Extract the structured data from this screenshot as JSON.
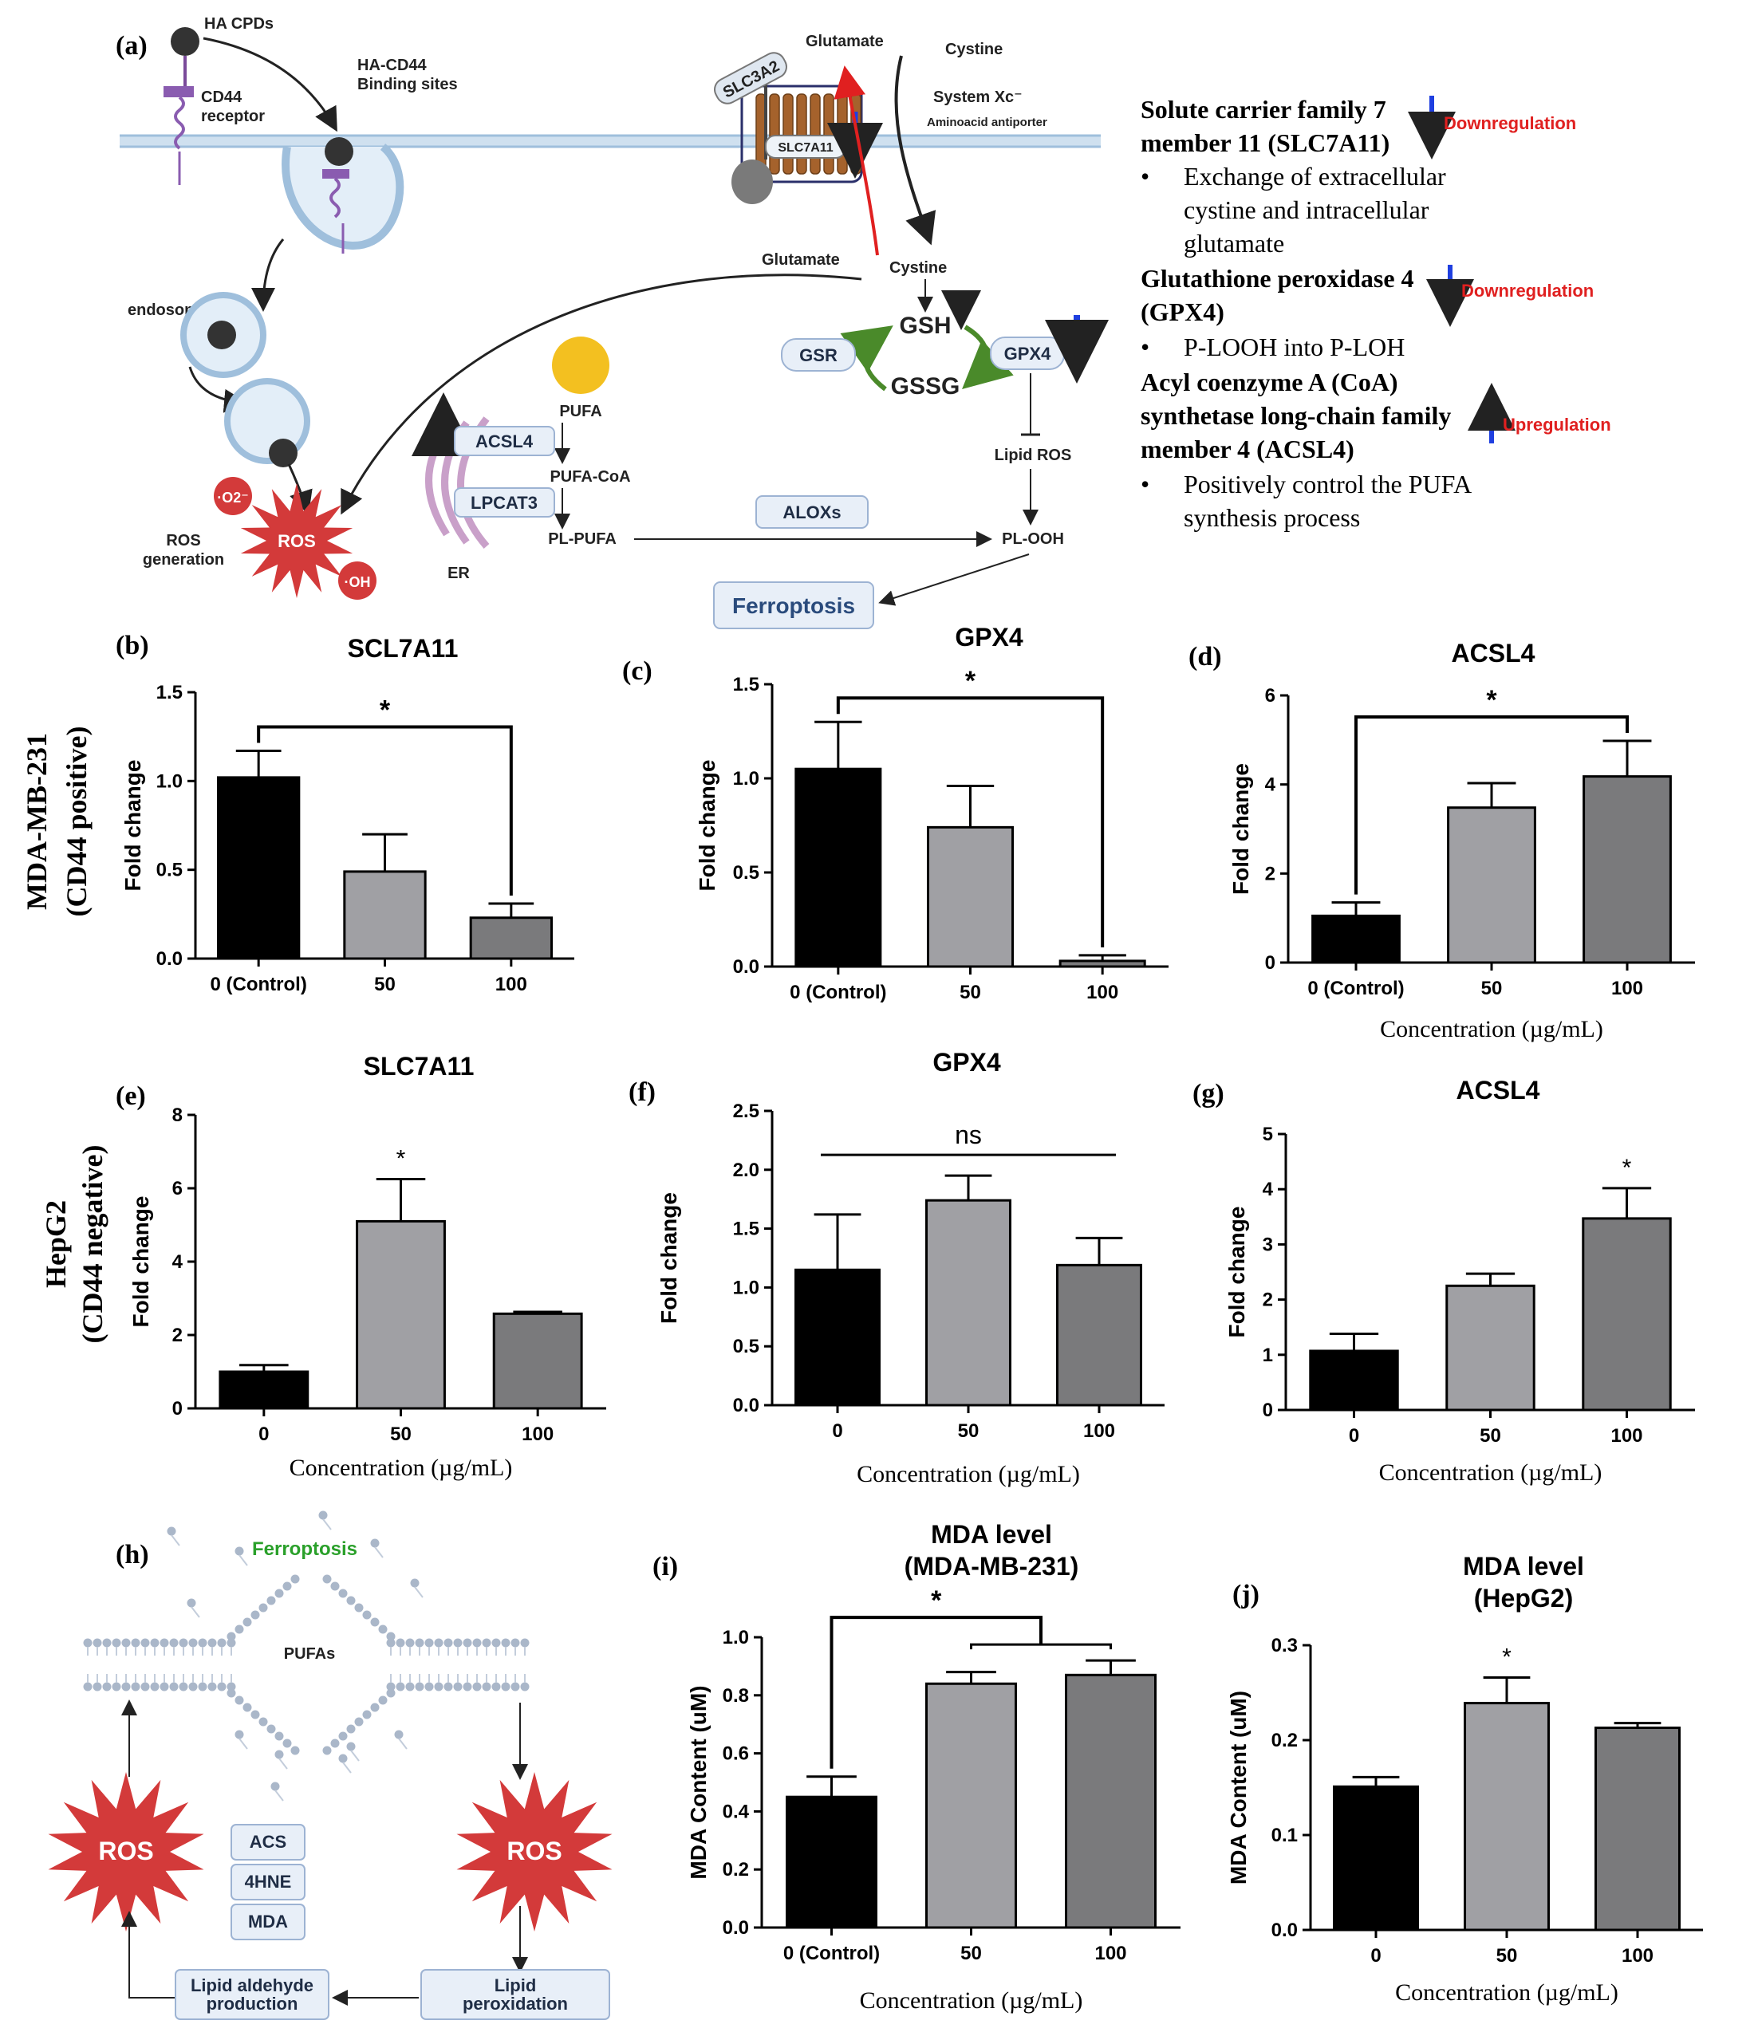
{
  "panels": {
    "a": "(a)",
    "b": "(b)",
    "c": "(c)",
    "d": "(d)",
    "e": "(e)",
    "f": "(f)",
    "g": "(g)",
    "h": "(h)",
    "i": "(i)",
    "j": "(j)"
  },
  "row_labels": {
    "mda_line1": "MDA-MB-231",
    "mda_line2": "(CD44 positive)",
    "hep_line1": "HepG2",
    "hep_line2": "(CD44 negative)"
  },
  "diagram_a": {
    "ha_cpds": "HA CPDs",
    "cd44_receptor_1": "CD44",
    "cd44_receptor_2": "receptor",
    "binding_1": "HA-CD44",
    "binding_2": "Binding sites",
    "endosome": "endosome",
    "ros_gen_1": "ROS",
    "ros_gen_2": "generation",
    "ros": "ROS",
    "o2": "·O2⁻",
    "oh": "·OH",
    "er": "ER",
    "slc3a2": "SLC3A2",
    "slc7a11": "SLC7A11",
    "glutamate_top": "Glutamate",
    "cystine_top": "Cystine",
    "system_xc": "System Xc⁻",
    "antiporter": "Aminoacid antiporter",
    "glutamate_bottom": "Glutamate",
    "cystine_bottom": "Cystine",
    "gsh": "GSH",
    "gssg": "GSSG",
    "gsr": "GSR",
    "gpx4": "GPX4",
    "lipid_ros": "Lipid ROS",
    "pufa": "PUFA",
    "acsl4": "ACSL4",
    "pufa_coa": "PUFA-CoA",
    "lpcat3": "LPCAT3",
    "pl_pufa": "PL-PUFA",
    "aloxs": "ALOXs",
    "pl_ooh": "PL-OOH",
    "ferroptosis": "Ferroptosis"
  },
  "notes": {
    "slc7a11_h1": "Solute carrier family 7",
    "slc7a11_h2": "member 11 (SLC7A11)",
    "slc7a11_b1": "Exchange of extracellular",
    "slc7a11_b2": "cystine and intracellular",
    "slc7a11_b3": "glutamate",
    "gpx4_h1": "Glutathione peroxidase 4",
    "gpx4_h2": "(GPX4)",
    "gpx4_b1": "P-LOOH into P-LOH",
    "acsl4_h1": "Acyl coenzyme A (CoA)",
    "acsl4_h2": "synthetase long-chain family",
    "acsl4_h3": "member 4 (ACSL4)",
    "acsl4_b1": "Positively control the PUFA",
    "acsl4_b2": "synthesis process",
    "down1": "Downregulation",
    "down2": "Downregulation",
    "up1": "Upregulation",
    "bullet": "•"
  },
  "diagram_h": {
    "ferroptosis": "Ferroptosis",
    "pufas": "PUFAs",
    "ros_left": "ROS",
    "ros_right": "ROS",
    "acs": "ACS",
    "hne": "4HNE",
    "mda": "MDA",
    "aldehyde_1": "Lipid aldehyde",
    "aldehyde_2": "production",
    "perox_1": "Lipid",
    "perox_2": "peroxidation"
  },
  "colors": {
    "bar_black": "#000000",
    "bar_light": "#a0a0a4",
    "bar_mid": "#7a7a7c",
    "ros_red": "#d33a3a",
    "arrow_blue": "#1f3fe0",
    "reg_red": "#e02020"
  },
  "chart_data": [
    {
      "id": "b",
      "type": "bar",
      "title": "SCL7A11",
      "ylabel": "Fold change",
      "xlabel": "",
      "categories": [
        "0 (Control)",
        "50",
        "100"
      ],
      "values": [
        1.02,
        0.49,
        0.23
      ],
      "errors": [
        0.15,
        0.21,
        0.08
      ],
      "ylim": [
        0,
        1.5
      ],
      "yticks": [
        "0.0",
        "0.5",
        "1.0",
        "1.5"
      ],
      "significance": {
        "label": "*",
        "from": 0,
        "to": 2
      }
    },
    {
      "id": "c",
      "type": "bar",
      "title": "GPX4",
      "ylabel": "Fold change",
      "xlabel": "",
      "categories": [
        "0 (Control)",
        "50",
        "100"
      ],
      "values": [
        1.05,
        0.74,
        0.03
      ],
      "errors": [
        0.25,
        0.22,
        0.03
      ],
      "ylim": [
        0,
        1.5
      ],
      "yticks": [
        "0.0",
        "0.5",
        "1.0",
        "1.5"
      ],
      "significance": {
        "label": "*",
        "from": 0,
        "to": 2
      }
    },
    {
      "id": "d",
      "type": "bar",
      "title": "ACSL4",
      "ylabel": "Fold change",
      "xlabel": "Concentration (µg/mL)",
      "categories": [
        "0 (Control)",
        "50",
        "100"
      ],
      "values": [
        1.05,
        3.48,
        4.18
      ],
      "errors": [
        0.3,
        0.55,
        0.8
      ],
      "ylim": [
        0,
        6
      ],
      "yticks": [
        "0",
        "2",
        "4",
        "6"
      ],
      "significance": {
        "label": "*",
        "from": 0,
        "to": 2
      }
    },
    {
      "id": "e",
      "type": "bar",
      "title": "SLC7A11",
      "ylabel": "Fold change",
      "xlabel": "Concentration (µg/mL)",
      "categories": [
        "0",
        "50",
        "100"
      ],
      "values": [
        1.0,
        5.1,
        2.58
      ],
      "errors": [
        0.18,
        1.15,
        0.05
      ],
      "ylim": [
        0,
        8
      ],
      "yticks": [
        "0",
        "2",
        "4",
        "6",
        "8"
      ],
      "stars": [
        {
          "index": 1,
          "label": "*"
        }
      ]
    },
    {
      "id": "f",
      "type": "bar",
      "title": "GPX4",
      "ylabel": "Fold change",
      "xlabel": "Concentration (µg/mL)",
      "categories": [
        "0",
        "50",
        "100"
      ],
      "values": [
        1.15,
        1.74,
        1.19
      ],
      "errors": [
        0.47,
        0.21,
        0.23
      ],
      "ylim": [
        0,
        2.5
      ],
      "yticks": [
        "0.0",
        "0.5",
        "1.0",
        "1.5",
        "2.0",
        "2.5"
      ],
      "ns": {
        "label": "ns",
        "from": 0,
        "to": 2
      }
    },
    {
      "id": "g",
      "type": "bar",
      "title": "ACSL4",
      "ylabel": "Fold change",
      "xlabel": "Concentration (µg/mL)",
      "categories": [
        "0",
        "50",
        "100"
      ],
      "values": [
        1.07,
        2.25,
        3.47
      ],
      "errors": [
        0.31,
        0.22,
        0.55
      ],
      "ylim": [
        0,
        5
      ],
      "yticks": [
        "0",
        "1",
        "2",
        "3",
        "4",
        "5"
      ],
      "stars": [
        {
          "index": 2,
          "label": "*"
        }
      ]
    },
    {
      "id": "i",
      "type": "bar",
      "title_lines": [
        "MDA level",
        "(MDA-MB-231)"
      ],
      "ylabel": "MDA Content (uM)",
      "xlabel": "Concentration (µg/mL)",
      "categories": [
        "0 (Control)",
        "50",
        "100"
      ],
      "values": [
        0.45,
        0.84,
        0.87
      ],
      "errors": [
        0.07,
        0.04,
        0.05
      ],
      "ylim": [
        0,
        1.0
      ],
      "yticks": [
        "0.0",
        "0.2",
        "0.4",
        "0.6",
        "0.8",
        "1.0"
      ],
      "significance": {
        "label": "*",
        "from": 0,
        "to_pair": [
          1,
          2
        ]
      }
    },
    {
      "id": "j",
      "type": "bar",
      "title_lines": [
        "MDA level",
        "(HepG2)"
      ],
      "ylabel": "MDA Content (uM)",
      "xlabel": "Concentration (µg/mL)",
      "categories": [
        "0",
        "50",
        "100"
      ],
      "values": [
        0.151,
        0.239,
        0.213
      ],
      "errors": [
        0.01,
        0.027,
        0.005
      ],
      "ylim": [
        0,
        0.3
      ],
      "yticks": [
        "0.0",
        "0.1",
        "0.2",
        "0.3"
      ],
      "stars": [
        {
          "index": 1,
          "label": "*"
        }
      ]
    }
  ]
}
